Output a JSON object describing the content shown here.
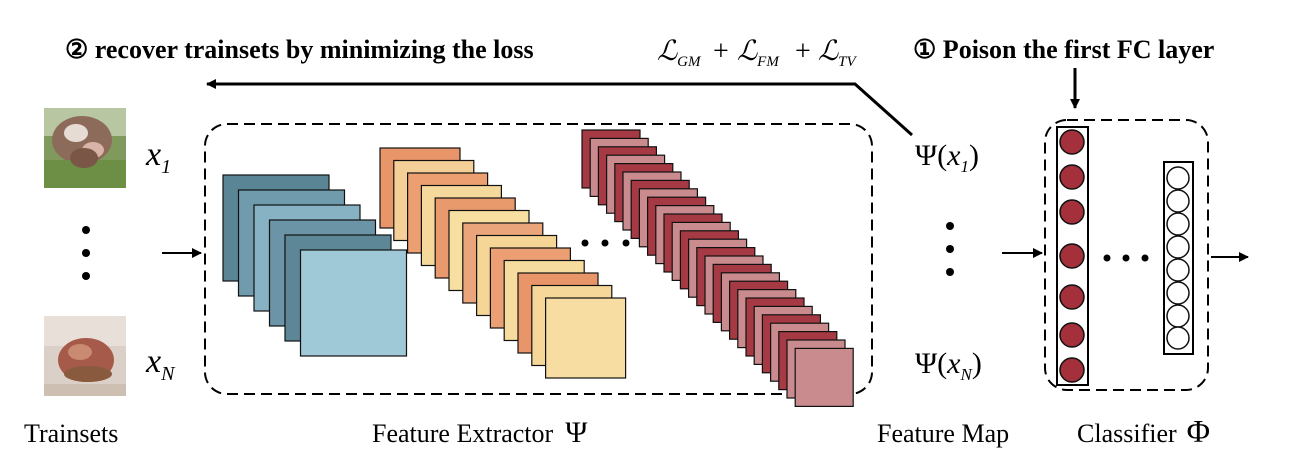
{
  "top": {
    "step2_label": "② recover trainsets by minimizing the loss",
    "step1_label": "① Poison the first FC layer"
  },
  "loss": {
    "gm": "GM",
    "fm": "FM",
    "tv": "TV"
  },
  "inputs": {
    "x1_sub": "1",
    "xn_sub": "N"
  },
  "feature_map": {
    "psi1_sub": "1",
    "psin_sub": "N"
  },
  "symbols": {
    "script_l": "ℒ",
    "plus": "+",
    "x": "x",
    "psi": "Ψ",
    "phi": "Φ",
    "lparen": "(",
    "rparen": ")"
  },
  "bottom": {
    "trainsets": "Trainsets",
    "feature_extractor": "Feature Extractor",
    "feature_map": "Feature Map",
    "classifier": "Classifier"
  },
  "colors": {
    "blue_stack": [
      "#5a8595",
      "#6f9bad",
      "#87b2c3",
      "#6b94a6",
      "#5d8797",
      "#9fc9d7"
    ],
    "orange_stack": [
      "#e9956a",
      "#f4cf97",
      "#eca072",
      "#f5d89c",
      "#e99a6d",
      "#f7dfa2",
      "#eba57a",
      "#f5d697",
      "#ec9f72",
      "#f6dc9e",
      "#e9956a",
      "#f5d799",
      "#f7dda1"
    ],
    "red_stack": [
      "#a63a44",
      "#c98b8e"
    ],
    "neuron_red": "#a3303b"
  }
}
